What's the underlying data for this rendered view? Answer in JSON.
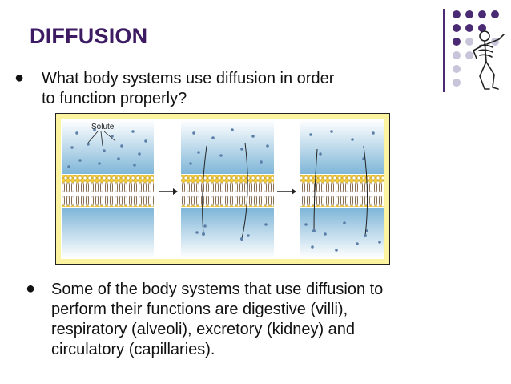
{
  "slide": {
    "title": "DIFFUSION",
    "bullets": [
      {
        "line1": "What body systems use diffusion in order",
        "line2": "to function properly?"
      },
      {
        "line1": "Some of the body systems that use diffusion to",
        "line2": "perform their functions are digestive (villi),",
        "line3": "respiratory (alveoli), excretory (kidney) and",
        "line4": "circulatory (capillaries)."
      }
    ],
    "bullet_glyph": "●"
  },
  "figure": {
    "label": "Solute"
  },
  "colors": {
    "title": "#3d1b63",
    "accent_dark": "#4a2a73",
    "accent_light": "#c8c4da",
    "figure_bg": "#fbf3a0",
    "panel_blue": "#7fb6d8",
    "membrane_yellow": "#f2cc3c"
  },
  "icons": [
    "bullet-dot",
    "dot-grid-decoration",
    "skeleton-icon",
    "arrow-icon"
  ]
}
